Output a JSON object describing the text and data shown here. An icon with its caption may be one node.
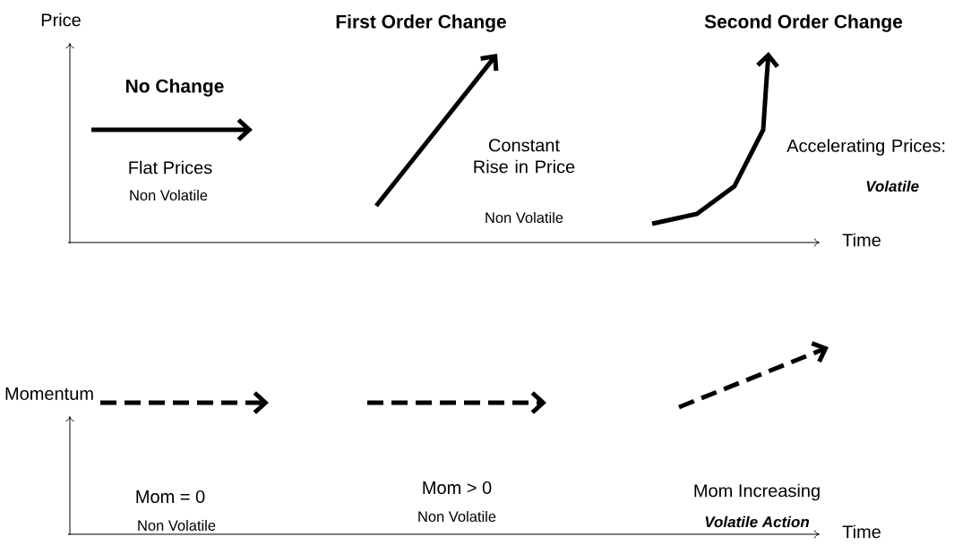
{
  "diagram": {
    "labels": [
      "Price",
      "First Order Change",
      "Second Order Change",
      "No Change",
      "Flat Prices",
      "Non Volatile",
      "Constant Rise in Price",
      "Non Volatile",
      "Accelerating Prices:",
      "Volatile",
      "Time",
      "Momentum",
      "Mom = 0",
      "Non Volatile",
      "Mom > 0",
      "Non Volatile",
      "Mom Increasing",
      "Volatile Action",
      "Time"
    ]
  }
}
